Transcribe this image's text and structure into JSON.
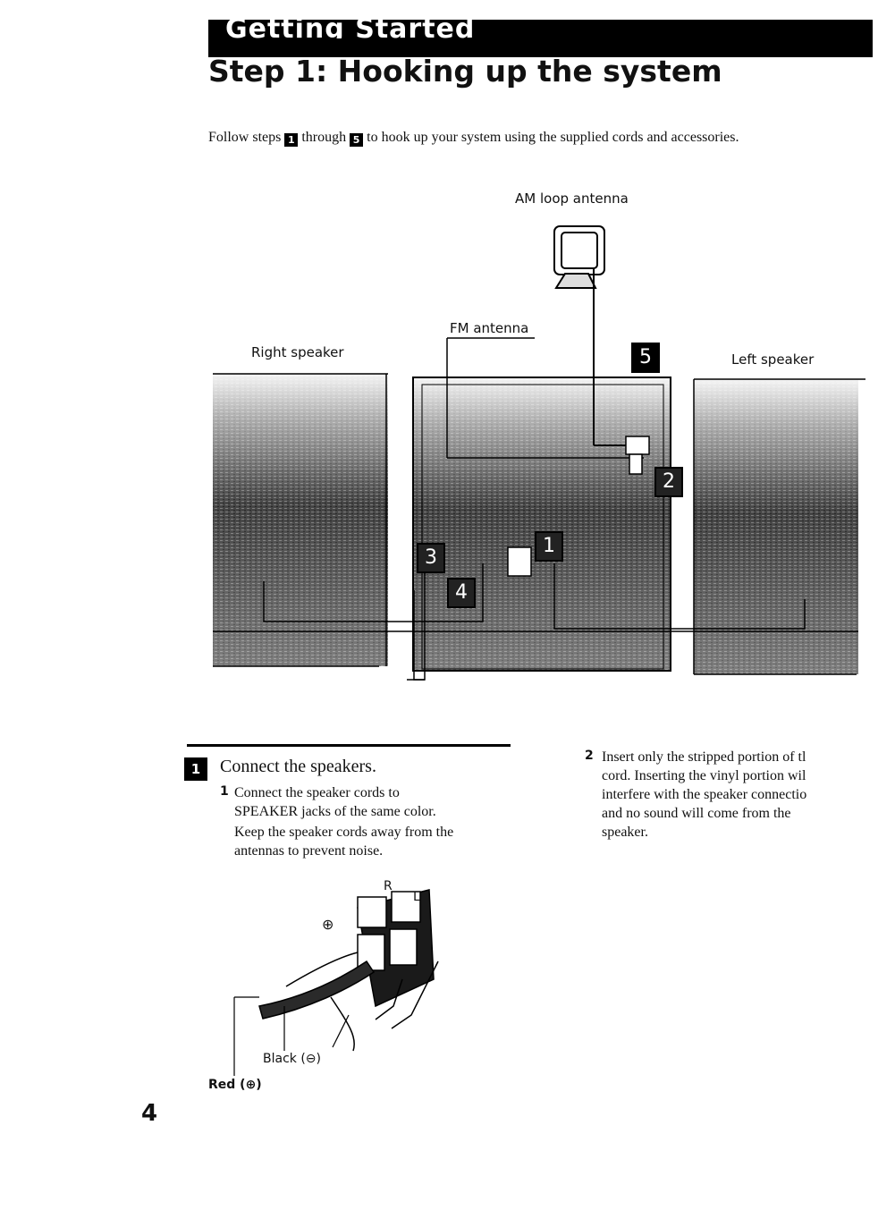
{
  "header": {
    "section": "Getting Started",
    "title": "Step 1: Hooking up the system"
  },
  "intro": {
    "part1": "Follow steps",
    "step_from": "1",
    "part2": "through",
    "step_to": "5",
    "part3": "to hook up your system using the supplied cords and accessories."
  },
  "diagram": {
    "am_antenna": "AM loop antenna",
    "fm_antenna": "FM antenna",
    "right_speaker": "Right speaker",
    "left_speaker": "Left speaker",
    "markers": [
      "1",
      "2",
      "3",
      "4",
      "5"
    ]
  },
  "step1": {
    "number": "1",
    "heading": "Connect the speakers.",
    "item1_num": "1",
    "item1_text_a": "Connect the speaker cords to",
    "item1_text_b": "SPEAKER jacks of the same color.",
    "item1_note_a": "Keep the speaker cords away from the",
    "item1_note_b": "antennas to prevent noise.",
    "item2_num": "2",
    "item2_lines": [
      "Insert only the stripped portion of tl",
      "cord. Inserting the vinyl portion wil",
      "interfere with the speaker connectio",
      "and no sound will come from the",
      "speaker."
    ]
  },
  "terminal": {
    "label_r": "R",
    "label_l": "L",
    "plus_symbol": "⊕",
    "black_label": "Black (⊖)",
    "red_label": "Red (⊕)"
  },
  "page_number": "4"
}
